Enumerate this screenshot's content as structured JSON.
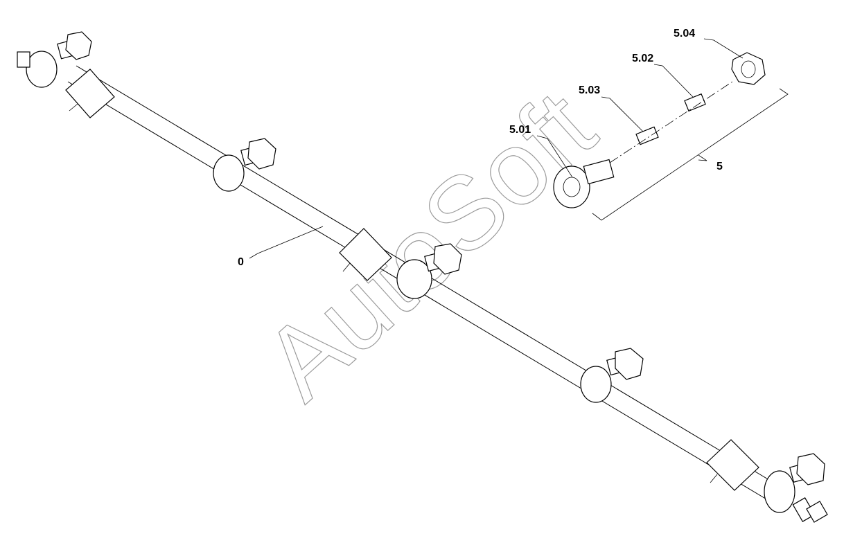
{
  "diagram": {
    "watermark": "AutoSoft",
    "callouts": [
      {
        "id": "c0",
        "label": "0"
      },
      {
        "id": "c5",
        "label": "5"
      },
      {
        "id": "c501",
        "label": "5.01"
      },
      {
        "id": "c502",
        "label": "5.02"
      },
      {
        "id": "c503",
        "label": "5.03"
      },
      {
        "id": "c504",
        "label": "5.04"
      }
    ]
  }
}
